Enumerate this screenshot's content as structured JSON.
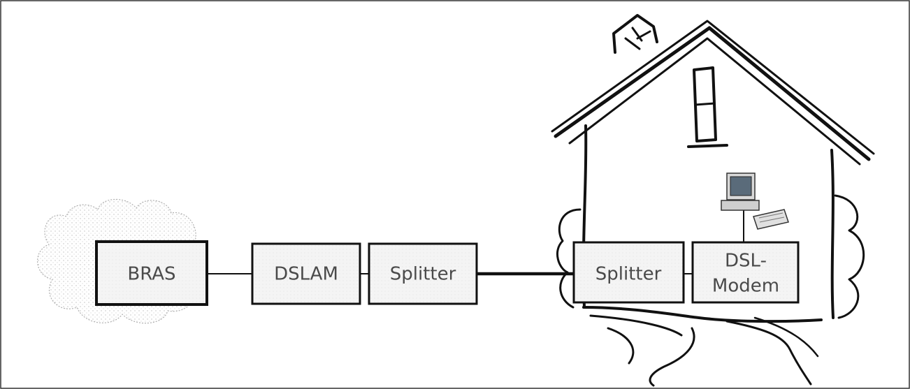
{
  "diagram": {
    "nodes": {
      "bras": "BRAS",
      "dslam": "DSLAM",
      "splitter_exchange": "Splitter",
      "splitter_home": "Splitter",
      "dsl_modem_line1": "DSL-",
      "dsl_modem_line2": "Modem"
    },
    "icons": [
      "cloud-icon",
      "house-icon",
      "computer-icon"
    ]
  }
}
